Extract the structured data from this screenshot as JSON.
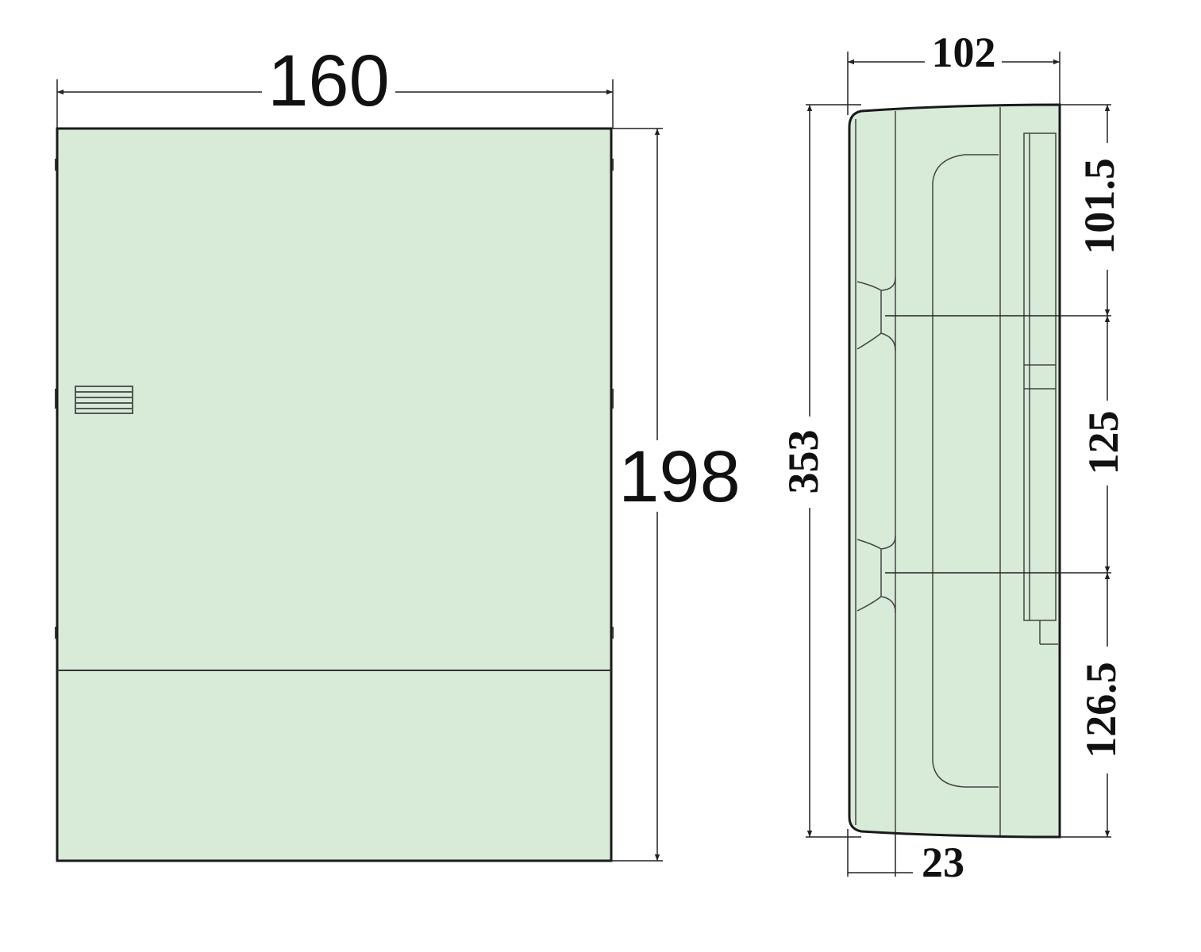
{
  "front_view": {
    "width_label": "160",
    "height_label": "198"
  },
  "side_view": {
    "depth_label": "102",
    "height_label": "353",
    "upper_segment_label": "101.5",
    "middle_segment_label": "125",
    "lower_segment_label": "126.5",
    "base_offset_label": "23"
  },
  "colors": {
    "body_fill": "#d8ead8",
    "line": "#1a1a1a"
  }
}
